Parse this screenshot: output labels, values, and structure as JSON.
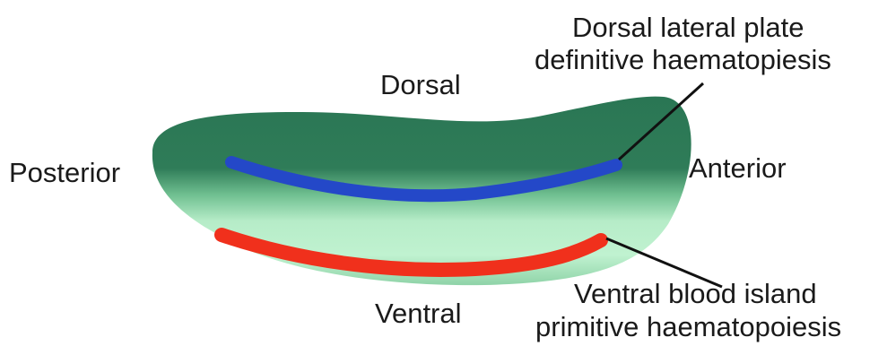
{
  "labels": {
    "dorsal": "Dorsal",
    "posterior": "Posterior",
    "anterior": "Anterior",
    "ventral": "Ventral",
    "dorsal_lateral_plate": {
      "line1": "Dorsal lateral plate",
      "line2": "definitive haematopiesis"
    },
    "ventral_blood_island": {
      "line1": "Ventral blood island",
      "line2": "primitive haematopoiesis"
    }
  },
  "colors": {
    "embryo_dark": "#2a7654",
    "embryo_light": "#bdf0cc",
    "dorsal_lateral_plate_stripe": "#2448c8",
    "ventral_blood_island_stripe": "#f0301c",
    "leader_line": "#111111",
    "text": "#1a1a1a"
  }
}
